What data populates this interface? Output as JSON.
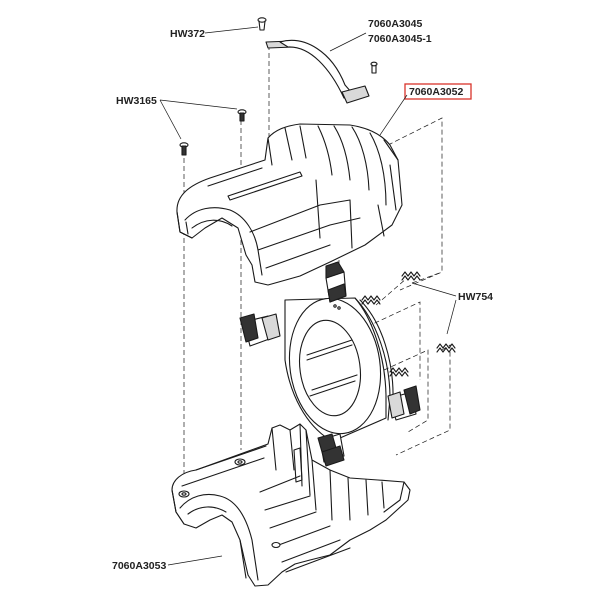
{
  "labels": {
    "hw372": "HW372",
    "p7060a3045": "7060A3045",
    "p7060a3045_1": "7060A3045-1",
    "hw3165": "HW3165",
    "p7060a3052": "7060A3052",
    "hw754": "HW754",
    "p7060a3053": "7060A3053"
  },
  "highlight_color": "#d9342b"
}
